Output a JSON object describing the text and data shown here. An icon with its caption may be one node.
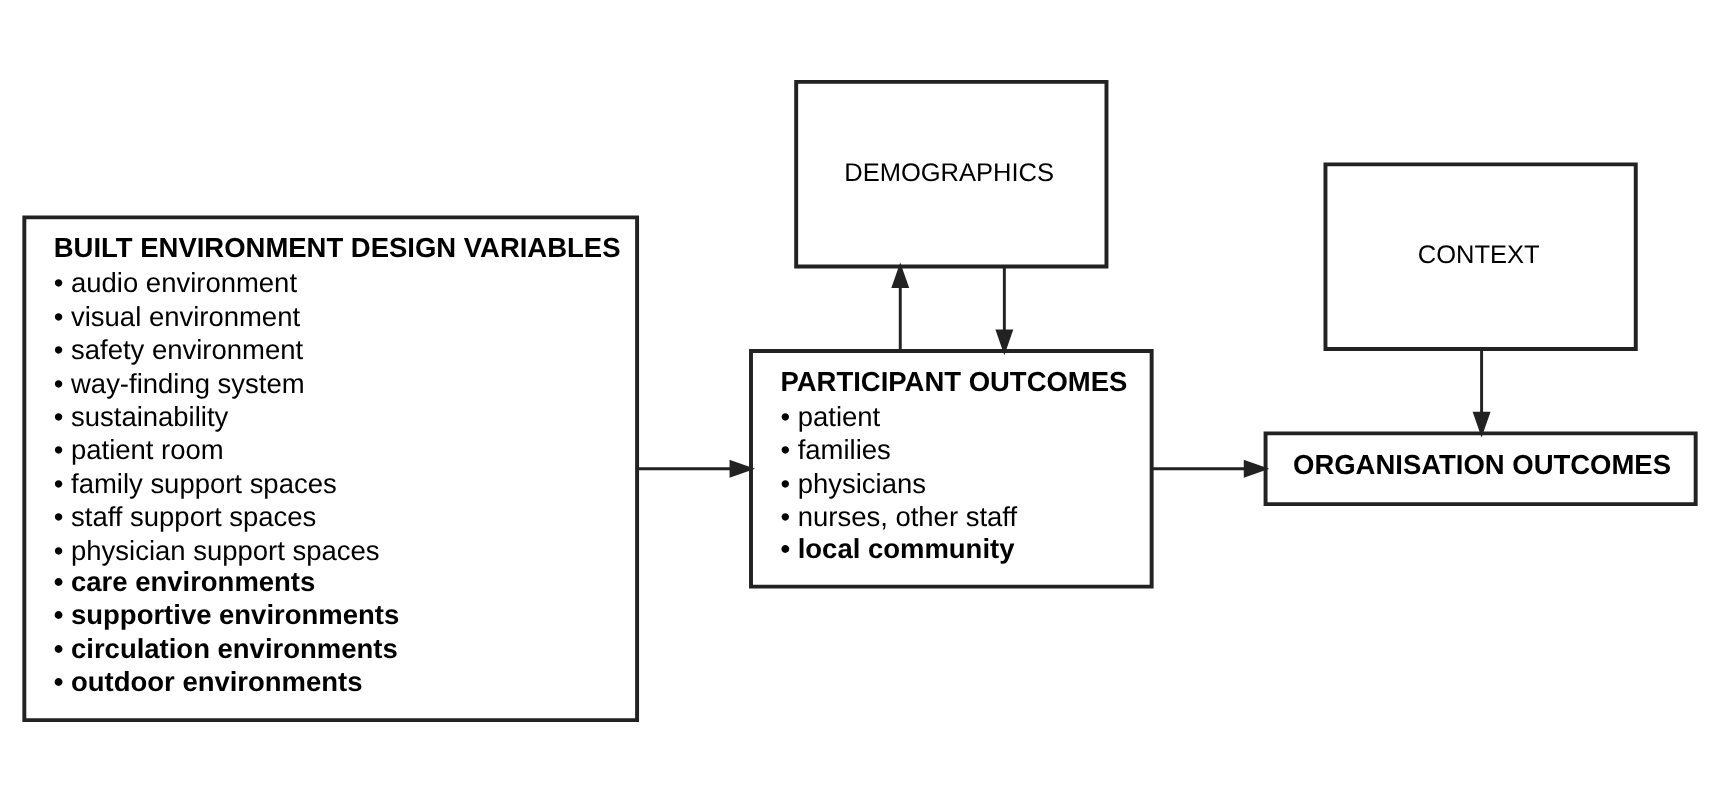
{
  "diagram": {
    "nodes": [
      {
        "text": [
          "BUILT ENVIRONMENT DESIGN VARIABLES",
          "• audio environment",
          "• visual environment",
          "• safety environment",
          "• way-finding system",
          "• sustainability",
          "• patient room",
          "• family support spaces",
          "• staff support spaces",
          "• physician support spaces",
          "**• care environments**",
          "**• supportive environments**",
          "**• circulation environments**",
          "**• outdoor environments**"
        ]
      },
      {
        "text": [
          "PARTICIPANT OUTCOMES",
          "• patient",
          "• families",
          "• physicians",
          "• nurses, other staff",
          "**• local community**"
        ]
      },
      {
        "text": [
          "ORGANISATION OUTCOMES"
        ]
      },
      {
        "text": [
          "DEMOGRAPHICS"
        ]
      },
      {
        "text": [
          "CONTEXT"
        ]
      }
    ],
    "edges": [
      {
        "from": 0,
        "to": 1,
        "arrow": "to"
      },
      {
        "from": 1,
        "to": 2,
        "arrow": "to"
      },
      {
        "from": 4,
        "to": 2,
        "arrow": "to"
      },
      {
        "from": 3,
        "to": 1,
        "arrow": "to"
      },
      {
        "from": 1,
        "to": 3,
        "arrow": "to"
      }
    ]
  }
}
